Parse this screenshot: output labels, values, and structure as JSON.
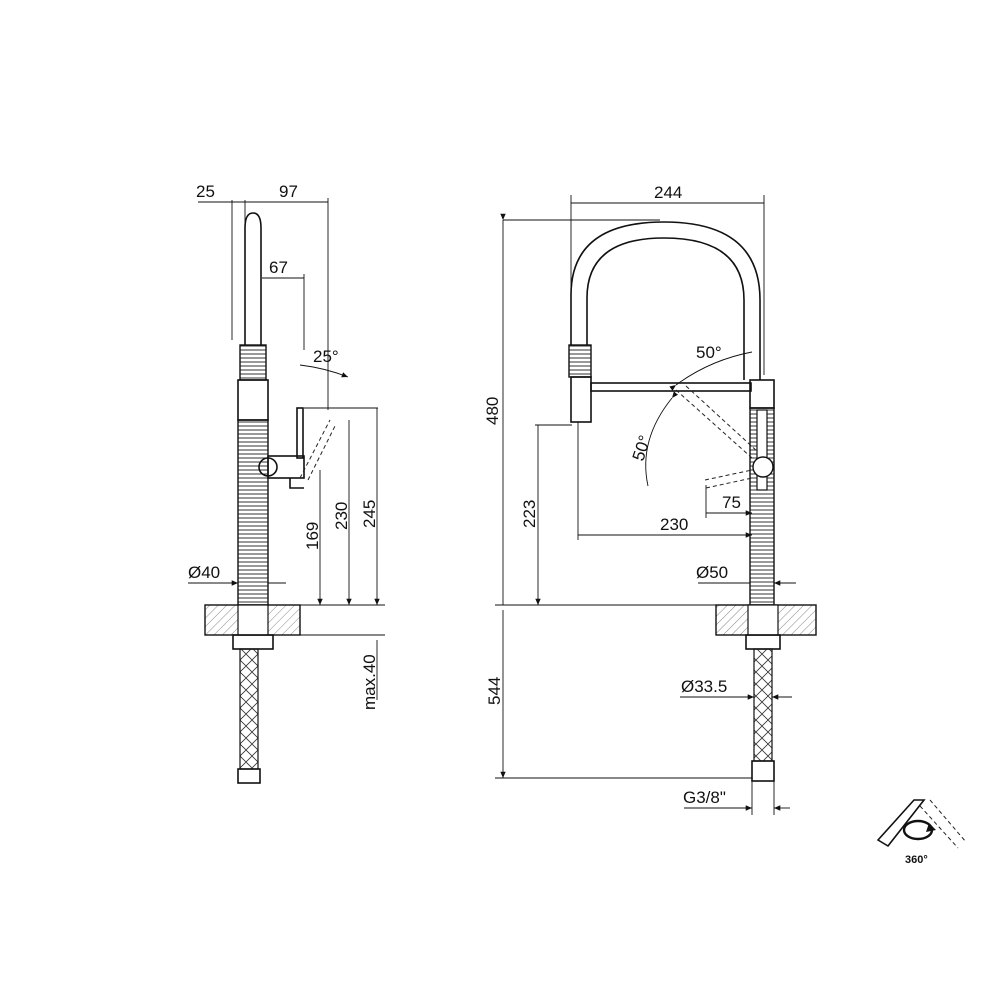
{
  "side_view": {
    "dims": {
      "spout_offset": "25",
      "total_depth": "97",
      "lever_depth": "67",
      "lever_angle": "25°",
      "height_245": "245",
      "height_230": "230",
      "height_169": "169",
      "body_diameter": "Ø40",
      "max_deck": "max.40"
    }
  },
  "front_view": {
    "dims": {
      "width_244": "244",
      "height_480": "480",
      "angle_upper": "50°",
      "angle_lower": "50°",
      "height_223": "223",
      "reach_75": "75",
      "reach_230": "230",
      "body_diameter": "Ø50",
      "hose_length": "544",
      "shank_diameter": "Ø33.5",
      "thread": "G3/8\""
    }
  },
  "rotation_badge": {
    "label": "360°",
    "icon": "rotation-arrow-icon"
  }
}
